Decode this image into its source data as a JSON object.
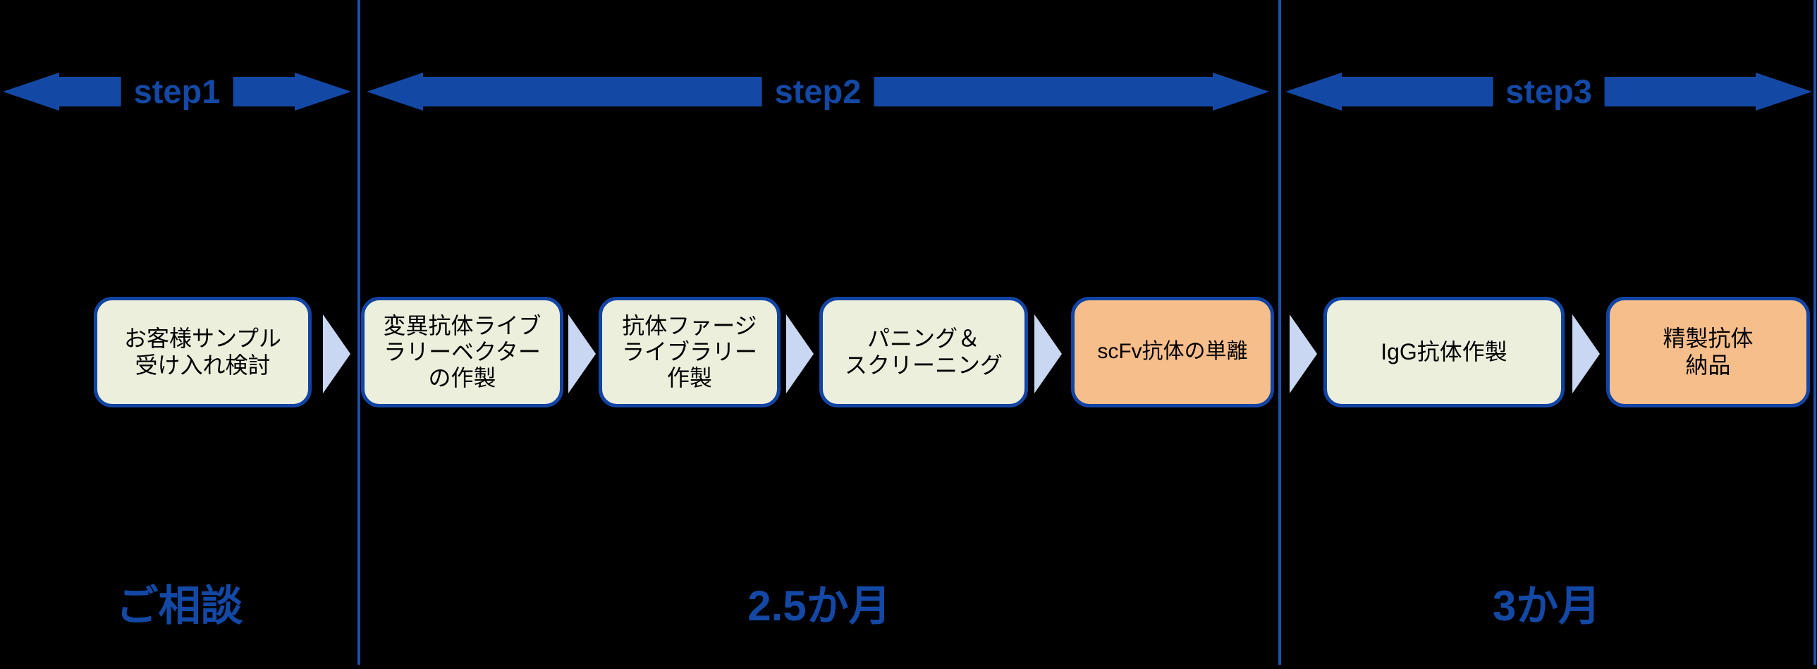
{
  "steps": [
    {
      "label": "step1",
      "duration": "ご相談"
    },
    {
      "label": "step2",
      "duration": "2.5か月"
    },
    {
      "label": "step3",
      "duration": "3か月"
    }
  ],
  "boxes": [
    {
      "label": "お客様サンプル\n受け入れ検討",
      "variant": "cream"
    },
    {
      "label": "変異抗体ライブ\nラリーベクター\nの作製",
      "variant": "cream"
    },
    {
      "label": "抗体ファージ\nライブラリー\n作製",
      "variant": "cream"
    },
    {
      "label": "パニング＆\nスクリーニング",
      "variant": "cream"
    },
    {
      "label": "scFv抗体の単離",
      "variant": "orange"
    },
    {
      "label": "IgG抗体作製",
      "variant": "cream"
    },
    {
      "label": "精製抗体\n納品",
      "variant": "orange"
    }
  ],
  "colors": {
    "accent_blue": "#1348A5",
    "divider_blue": "#1B51A5",
    "box_border_blue": "#1244A3",
    "box_fill_cream": "#ECEFDC",
    "box_fill_orange": "#F6BE8B",
    "connector_triangle": "#C9D7F2",
    "background": "#000000"
  }
}
